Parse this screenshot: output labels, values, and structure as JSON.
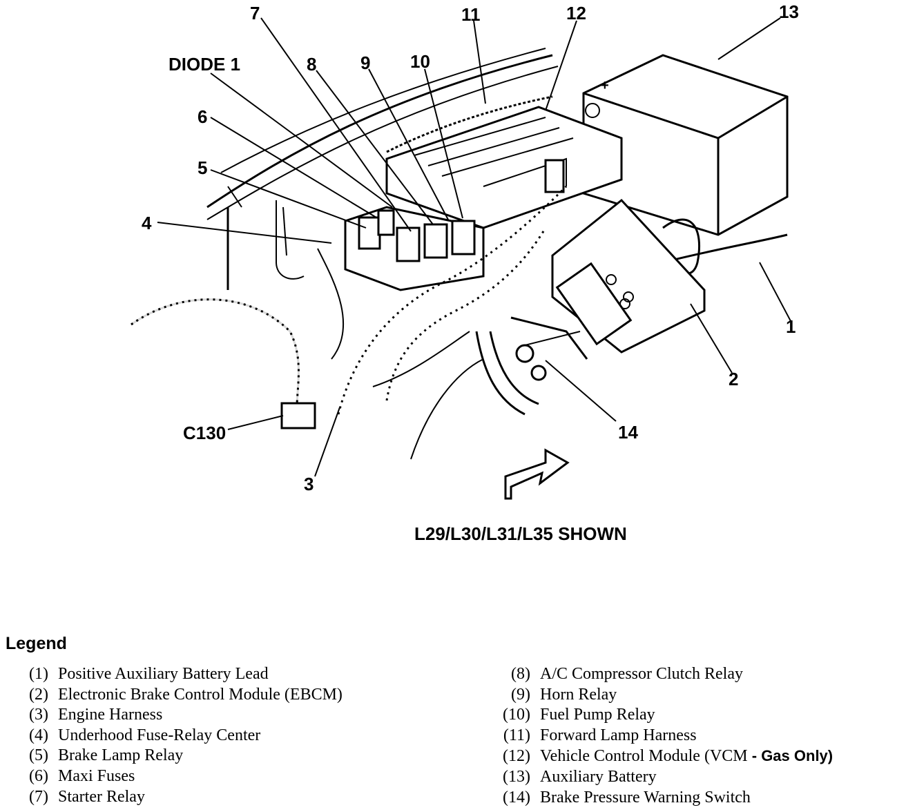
{
  "diagram": {
    "callouts": {
      "c1": "1",
      "c2": "2",
      "c3": "3",
      "c4": "4",
      "c5": "5",
      "c6": "6",
      "c7": "7",
      "c8": "8",
      "c9": "9",
      "c10": "10",
      "c11": "11",
      "c12": "12",
      "c13": "13",
      "c14": "14",
      "diode": "DIODE 1",
      "c130": "C130"
    },
    "caption": "L29/L30/L31/L35 SHOWN"
  },
  "legend": {
    "title": "Legend",
    "items": [
      {
        "num": "(1)",
        "text": "Positive Auxiliary Battery Lead"
      },
      {
        "num": "(2)",
        "text": "Electronic Brake Control Module (EBCM)"
      },
      {
        "num": "(3)",
        "text": "Engine Harness"
      },
      {
        "num": "(4)",
        "text": "Underhood Fuse-Relay Center"
      },
      {
        "num": "(5)",
        "text": "Brake Lamp Relay"
      },
      {
        "num": "(6)",
        "text": "Maxi Fuses"
      },
      {
        "num": "(7)",
        "text": "Starter Relay"
      },
      {
        "num": "(8)",
        "text": "A/C Compressor Clutch Relay"
      },
      {
        "num": "(9)",
        "text": "Horn Relay"
      },
      {
        "num": "(10)",
        "text": "Fuel Pump Relay"
      },
      {
        "num": "(11)",
        "text": "Forward Lamp Harness"
      },
      {
        "num": "(12)",
        "text": "Vehicle Control Module (VCM",
        "suffix": " - Gas Only)"
      },
      {
        "num": "(13)",
        "text": "Auxiliary Battery"
      },
      {
        "num": "(14)",
        "text": "Brake Pressure Warning Switch"
      }
    ]
  }
}
